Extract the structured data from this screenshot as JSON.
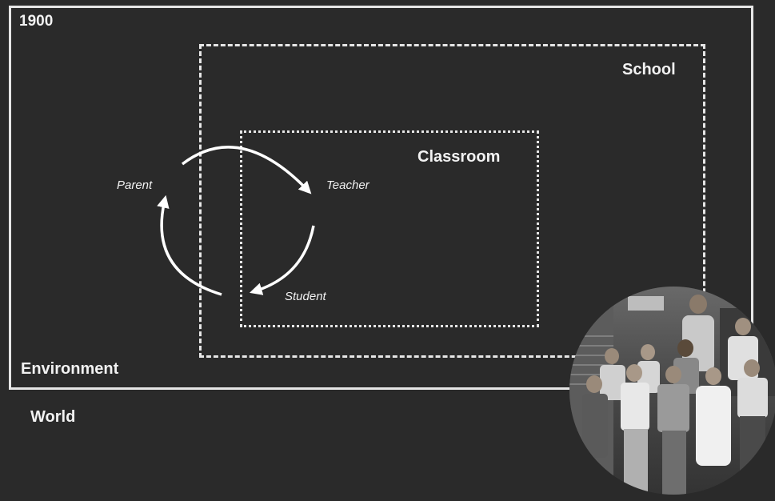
{
  "diagram": {
    "year": "1900",
    "labels": {
      "school": "School",
      "classroom": "Classroom",
      "environment": "Environment",
      "world": "World"
    },
    "roles": {
      "parent": "Parent",
      "teacher": "Teacher",
      "student": "Student"
    },
    "colors": {
      "background": "#2a2a2a",
      "lines": "#e6e6e6",
      "text": "#ffffff"
    }
  }
}
